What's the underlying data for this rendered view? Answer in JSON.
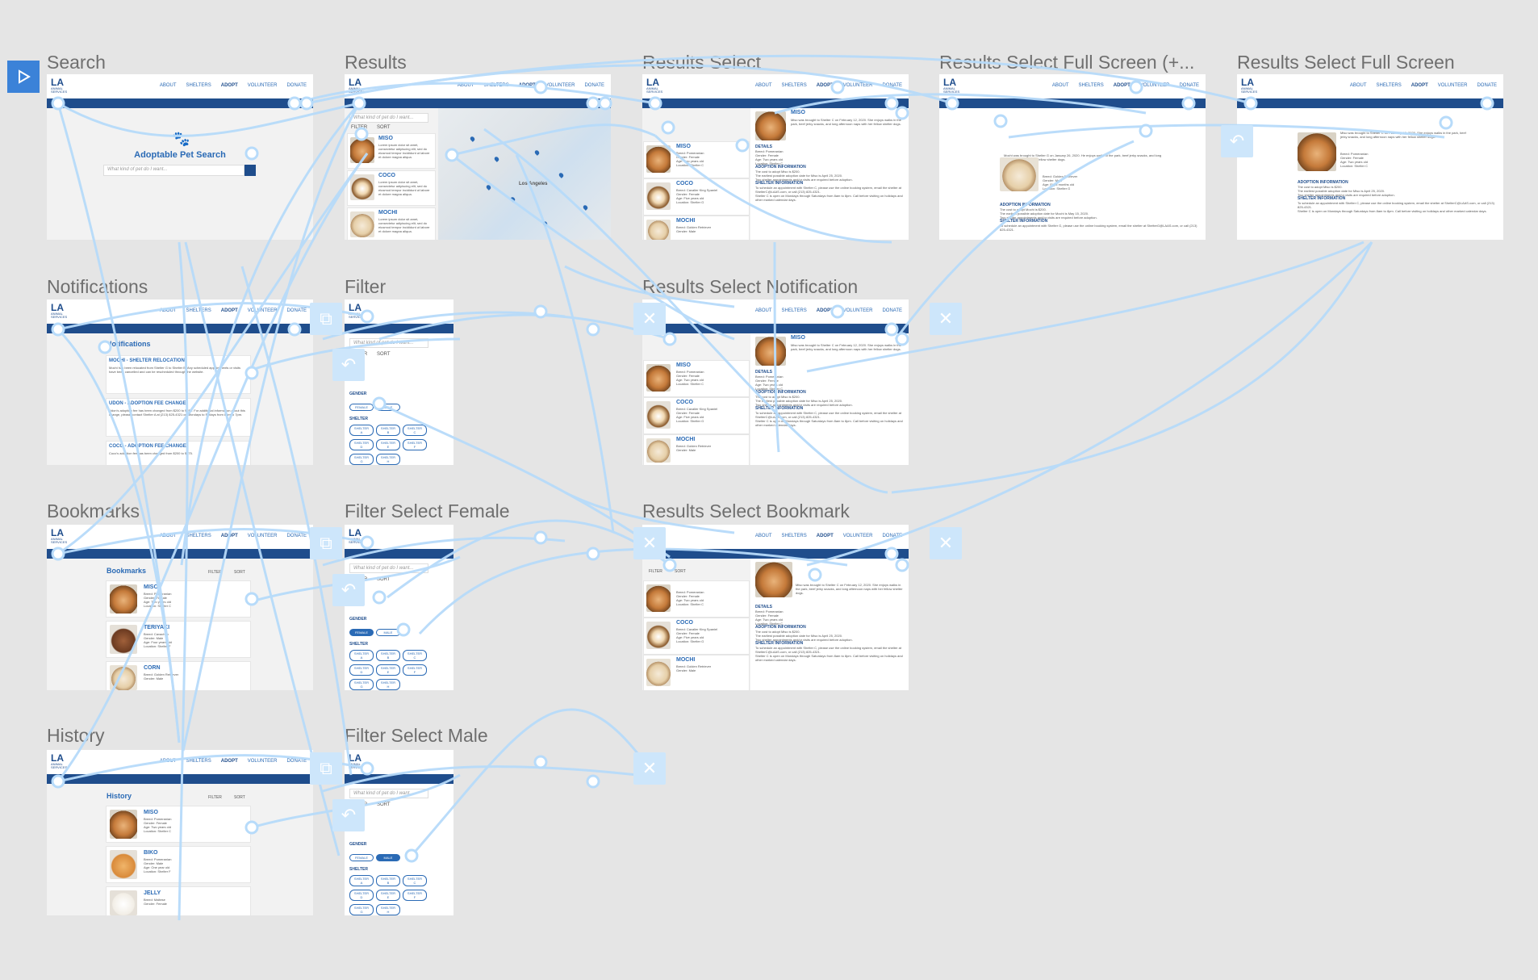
{
  "frames": {
    "search": {
      "title": "Search"
    },
    "results": {
      "title": "Results"
    },
    "results_select": {
      "title": "Results Select"
    },
    "results_full_plus": {
      "title": "Results Select Full Screen (+..."
    },
    "results_full": {
      "title": "Results Select Full Screen"
    },
    "notifications": {
      "title": "Notifications"
    },
    "filter": {
      "title": "Filter"
    },
    "results_notification": {
      "title": "Results Select Notification"
    },
    "bookmarks": {
      "title": "Bookmarks"
    },
    "filter_female": {
      "title": "Filter Select Female"
    },
    "results_bookmark": {
      "title": "Results Select Bookmark"
    },
    "history": {
      "title": "History"
    },
    "filter_male": {
      "title": "Filter Select Male"
    }
  },
  "nav": {
    "logo": "LA",
    "logo_sub": "ANIMAL SERVICES",
    "about": "ABOUT",
    "shelters": "SHELTERS",
    "adopt": "ADOPT",
    "volunteer": "VOLUNTEER",
    "donate": "DONATE"
  },
  "search": {
    "heading": "Adoptable Pet Search",
    "placeholder": "What kind of pet do I want..."
  },
  "results": {
    "search_value": "What kind of pet do I want...",
    "filter_label": "FILTER",
    "sort_label": "SORT",
    "map_city": "Los Angeles",
    "pets": [
      {
        "name": "MISO",
        "desc": "Lorem ipsum dolor sit amet, consectetur adipiscing elit, sed do eiusmod tempor incididunt ut labore et dolore magna aliqua."
      },
      {
        "name": "COCO",
        "desc": "Lorem ipsum dolor sit amet, consectetur adipiscing elit, sed do eiusmod tempor incididunt ut labore et dolore magna aliqua."
      },
      {
        "name": "MOCHI",
        "desc": "Lorem ipsum dolor sit amet, consectetur adipiscing elit, sed do eiusmod tempor incididunt ut labore et dolore magna aliqua."
      }
    ]
  },
  "detail": {
    "name": "MISO",
    "intro": "Miso was brought to Shelter C on February 12, 2020. She enjoys walks in the park, beef jerky snacks, and long afternoon naps with her fellow shelter dogs.",
    "details_h": "DETAILS",
    "breed": "Breed: Pomeranian",
    "gender": "Gender: Female",
    "age": "Age: Two years old",
    "location": "Location: Shelter C",
    "adoption_h": "ADOPTION INFORMATION",
    "adoption_1": "The cost to adopt Miso is $200.",
    "adoption_2": "The earliest possible adoption date for Miso is April 25, 2020.",
    "adoption_3": "Two shelter appointments and/or visits are required before adoption.",
    "shelter_h": "SHELTER INFORMATION",
    "shelter_1": "To schedule an appointment with Shelter C, please use the online booking system, email the shelter at ShelterC@LAAS.com, or call (213) 825-4321.",
    "shelter_2": "Shelter C is open on Mondays through Saturdays from 8am to 8pm. Call before visiting on holidays and other marked calendar days."
  },
  "mochi_detail": {
    "intro": "Mochi was brought to Shelter G on January 26, 2020. He enjoys walks in the park, beef jerky snacks, and long afternoon naps with his fellow shelter dogs.",
    "breed": "Breed: Golden Retriever",
    "gender": "Gender: Male",
    "age": "Age: Eight months old",
    "location": "Location: Shelter G",
    "adoption_1": "The cost to adopt Mochi is $200.",
    "adoption_2": "The earliest possible adoption date for Mochi is May 15, 2020.",
    "adoption_3": "Two shelter appointments and/or visits are required before adoption.",
    "shelter_1": "To schedule an appointment with Shelter G, please use the online booking system, email the shelter at ShelterG@LAAS.com, or call (213) 825-4321."
  },
  "list_pets": [
    {
      "name": "MISO",
      "breed": "Breed: Pomeranian",
      "gender": "Gender: Female",
      "age": "Age: Two years old",
      "location": "Location: Shelter C"
    },
    {
      "name": "COCO",
      "breed": "Breed: Cavalier King Spaniel",
      "gender": "Gender: Female",
      "age": "Age: Five years old",
      "location": "Location: Shelter G"
    },
    {
      "name": "MOCHI",
      "breed": "Breed: Golden Retriever",
      "gender": "Gender: Male",
      "age": "Age: Eight months old",
      "location": "Location: Shelter G"
    }
  ],
  "notifications": {
    "heading": "Notifications",
    "items": [
      {
        "title": "MOCHI - SHELTER RELOCATION",
        "body": "Mochi has been relocated from Shelter G to Shelter B. Any scheduled appointments or visits have been cancelled and can be rescheduled through the website."
      },
      {
        "title": "UDON - ADOPTION FEE CHANGE",
        "body": "Udon's adoption fee has been changed from $200 to $250. For additional information about this change, please contact Shelter A at (213) 825-4321 on Mondays to Fridays from 8am to 7pm."
      },
      {
        "title": "COCO - ADOPTION FEE CHANGE",
        "body": "Coco's adoption fee has been changed from $200 to $175."
      }
    ]
  },
  "bookmarks": {
    "heading": "Bookmarks",
    "filter": "FILTER",
    "sort": "SORT",
    "pets": [
      {
        "name": "MISO",
        "breed": "Breed: Pomeranian",
        "gender": "Gender: Female",
        "age": "Age: Two years old",
        "location": "Location: Shelter C"
      },
      {
        "name": "TERIYAKI",
        "breed": "Breed: Cavachon",
        "gender": "Gender: Male",
        "age": "Age: Four years old",
        "location": "Location: Shelter F"
      },
      {
        "name": "CORN",
        "breed": "Breed: Golden Retriever",
        "gender": "Gender: Male",
        "age": "",
        "location": ""
      }
    ]
  },
  "history": {
    "heading": "History",
    "filter": "FILTER",
    "sort": "SORT",
    "pets": [
      {
        "name": "MISO",
        "breed": "Breed: Pomeranian",
        "gender": "Gender: Female",
        "age": "Age: Two years old",
        "location": "Location: Shelter C"
      },
      {
        "name": "BIKO",
        "breed": "Breed: Pomeranian",
        "gender": "Gender: Male",
        "age": "Age: One year old",
        "location": "Location: Shelter F"
      },
      {
        "name": "JELLY",
        "breed": "Breed: Maltese",
        "gender": "Gender: Female",
        "age": "",
        "location": ""
      }
    ]
  },
  "filter": {
    "search_value": "What kind of pet do I want...",
    "filter_label": "FILTER",
    "sort_label": "SORT",
    "gender_h": "GENDER",
    "female": "FEMALE",
    "male": "MALE",
    "shelter_h": "SHELTER",
    "shelters": [
      "SHELTER A",
      "SHELTER B",
      "SHELTER C",
      "SHELTER D",
      "SHELTER E",
      "SHELTER F",
      "SHELTER G",
      "SHELTER H"
    ]
  },
  "colors": {
    "canvas": "#e5e5e5",
    "brand": "#1f4d8c",
    "link": "#2a6ab5",
    "connector": "#b7dbfa",
    "start": "#3b82d8"
  }
}
